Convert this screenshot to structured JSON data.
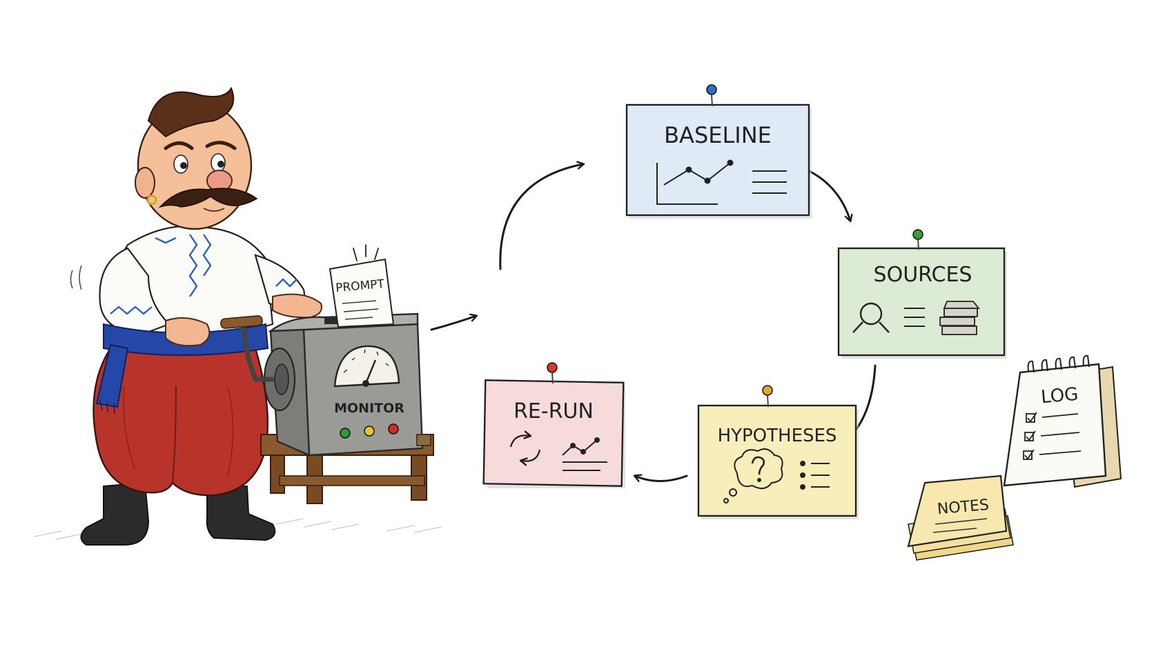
{
  "machine": {
    "prompt_label": "PROMPT",
    "monitor_label": "MONITOR"
  },
  "cards": {
    "baseline": {
      "label": "BASELINE",
      "color": "#dfeaf7",
      "pin": "#2f6fc0"
    },
    "sources": {
      "label": "SOURCES",
      "color": "#dcecd4",
      "pin": "#3f9a3c"
    },
    "hypotheses": {
      "label": "HYPOTHESES",
      "color": "#f8eebc",
      "pin": "#e2a62a"
    },
    "rerun": {
      "label": "RE-RUN",
      "color": "#f7dada",
      "pin": "#d23a2a"
    }
  },
  "notepads": {
    "log": {
      "label": "LOG"
    },
    "notes": {
      "label": "NOTES"
    }
  },
  "icons": {
    "baseline": [
      "line-chart-icon",
      "text-lines-icon"
    ],
    "sources": [
      "magnifier-icon",
      "text-lines-icon",
      "books-icon"
    ],
    "hypotheses": [
      "thought-bubble-question-icon",
      "bullet-list-icon"
    ],
    "rerun": [
      "refresh-cycle-icon",
      "line-chart-icon"
    ],
    "log": [
      "checkbox-list-icon"
    ]
  }
}
